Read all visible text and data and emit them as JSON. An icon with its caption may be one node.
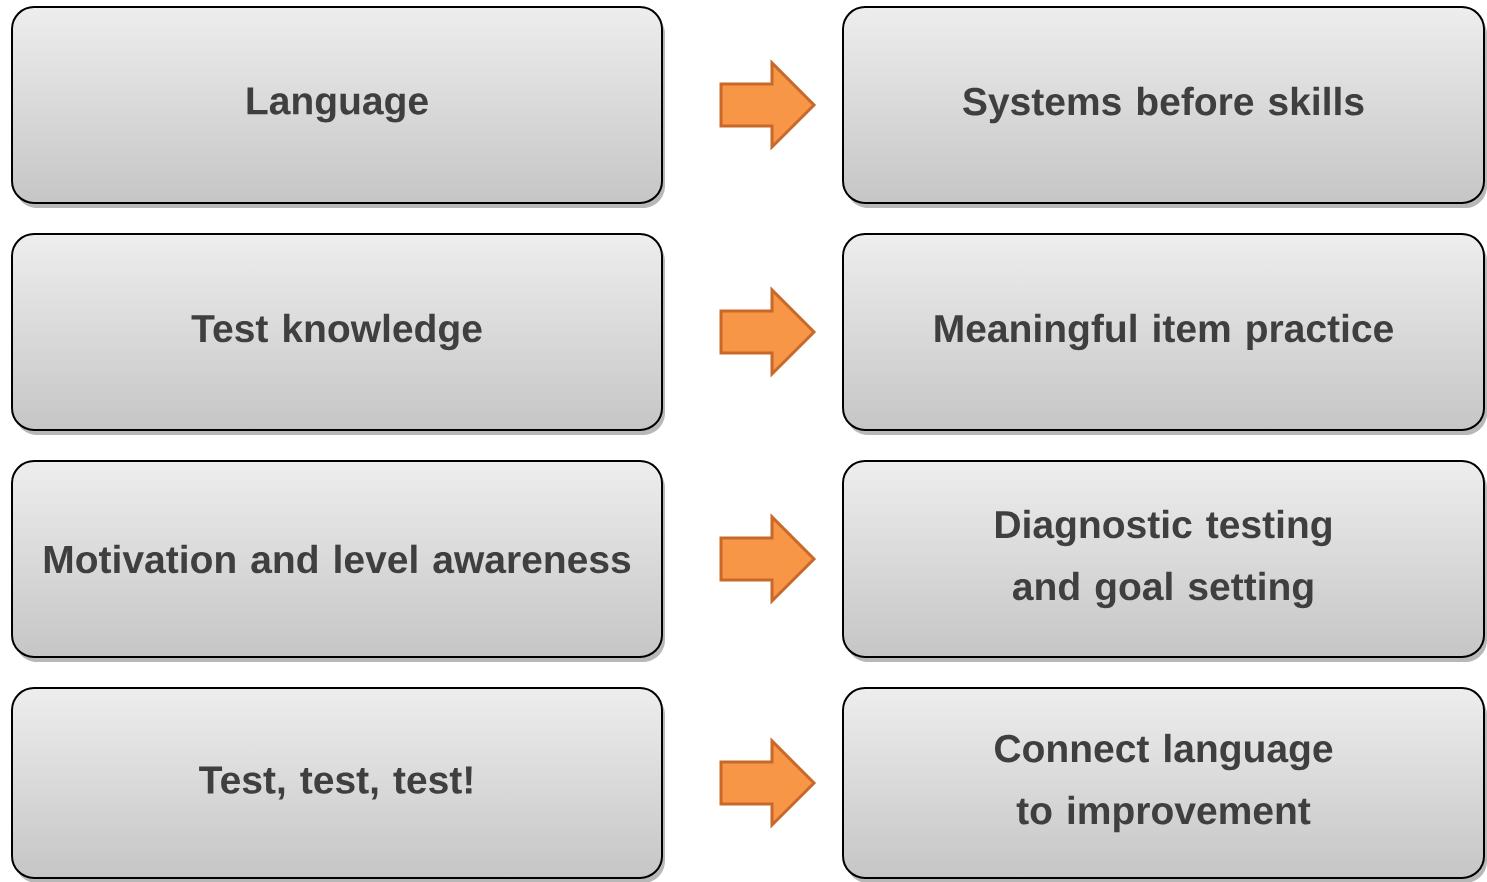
{
  "diagram": {
    "nodes": [
      {
        "text": [
          "Language"
        ]
      },
      {
        "text": [
          "Systems before skills"
        ]
      },
      {
        "text": [
          "Test knowledge"
        ]
      },
      {
        "text": [
          "Meaningful item practice"
        ]
      },
      {
        "text": [
          "Motivation and level awareness"
        ]
      },
      {
        "text": [
          "Diagnostic testing and goal setting"
        ]
      },
      {
        "text": [
          "Test, test, test!"
        ]
      },
      {
        "text": [
          "Connect language to improvement"
        ]
      }
    ],
    "edges": [
      {
        "from": 0,
        "to": 1,
        "arrow": "to"
      },
      {
        "from": 2,
        "to": 3,
        "arrow": "to"
      },
      {
        "from": 4,
        "to": 5,
        "arrow": "to"
      },
      {
        "from": 6,
        "to": 7,
        "arrow": "to"
      }
    ]
  }
}
